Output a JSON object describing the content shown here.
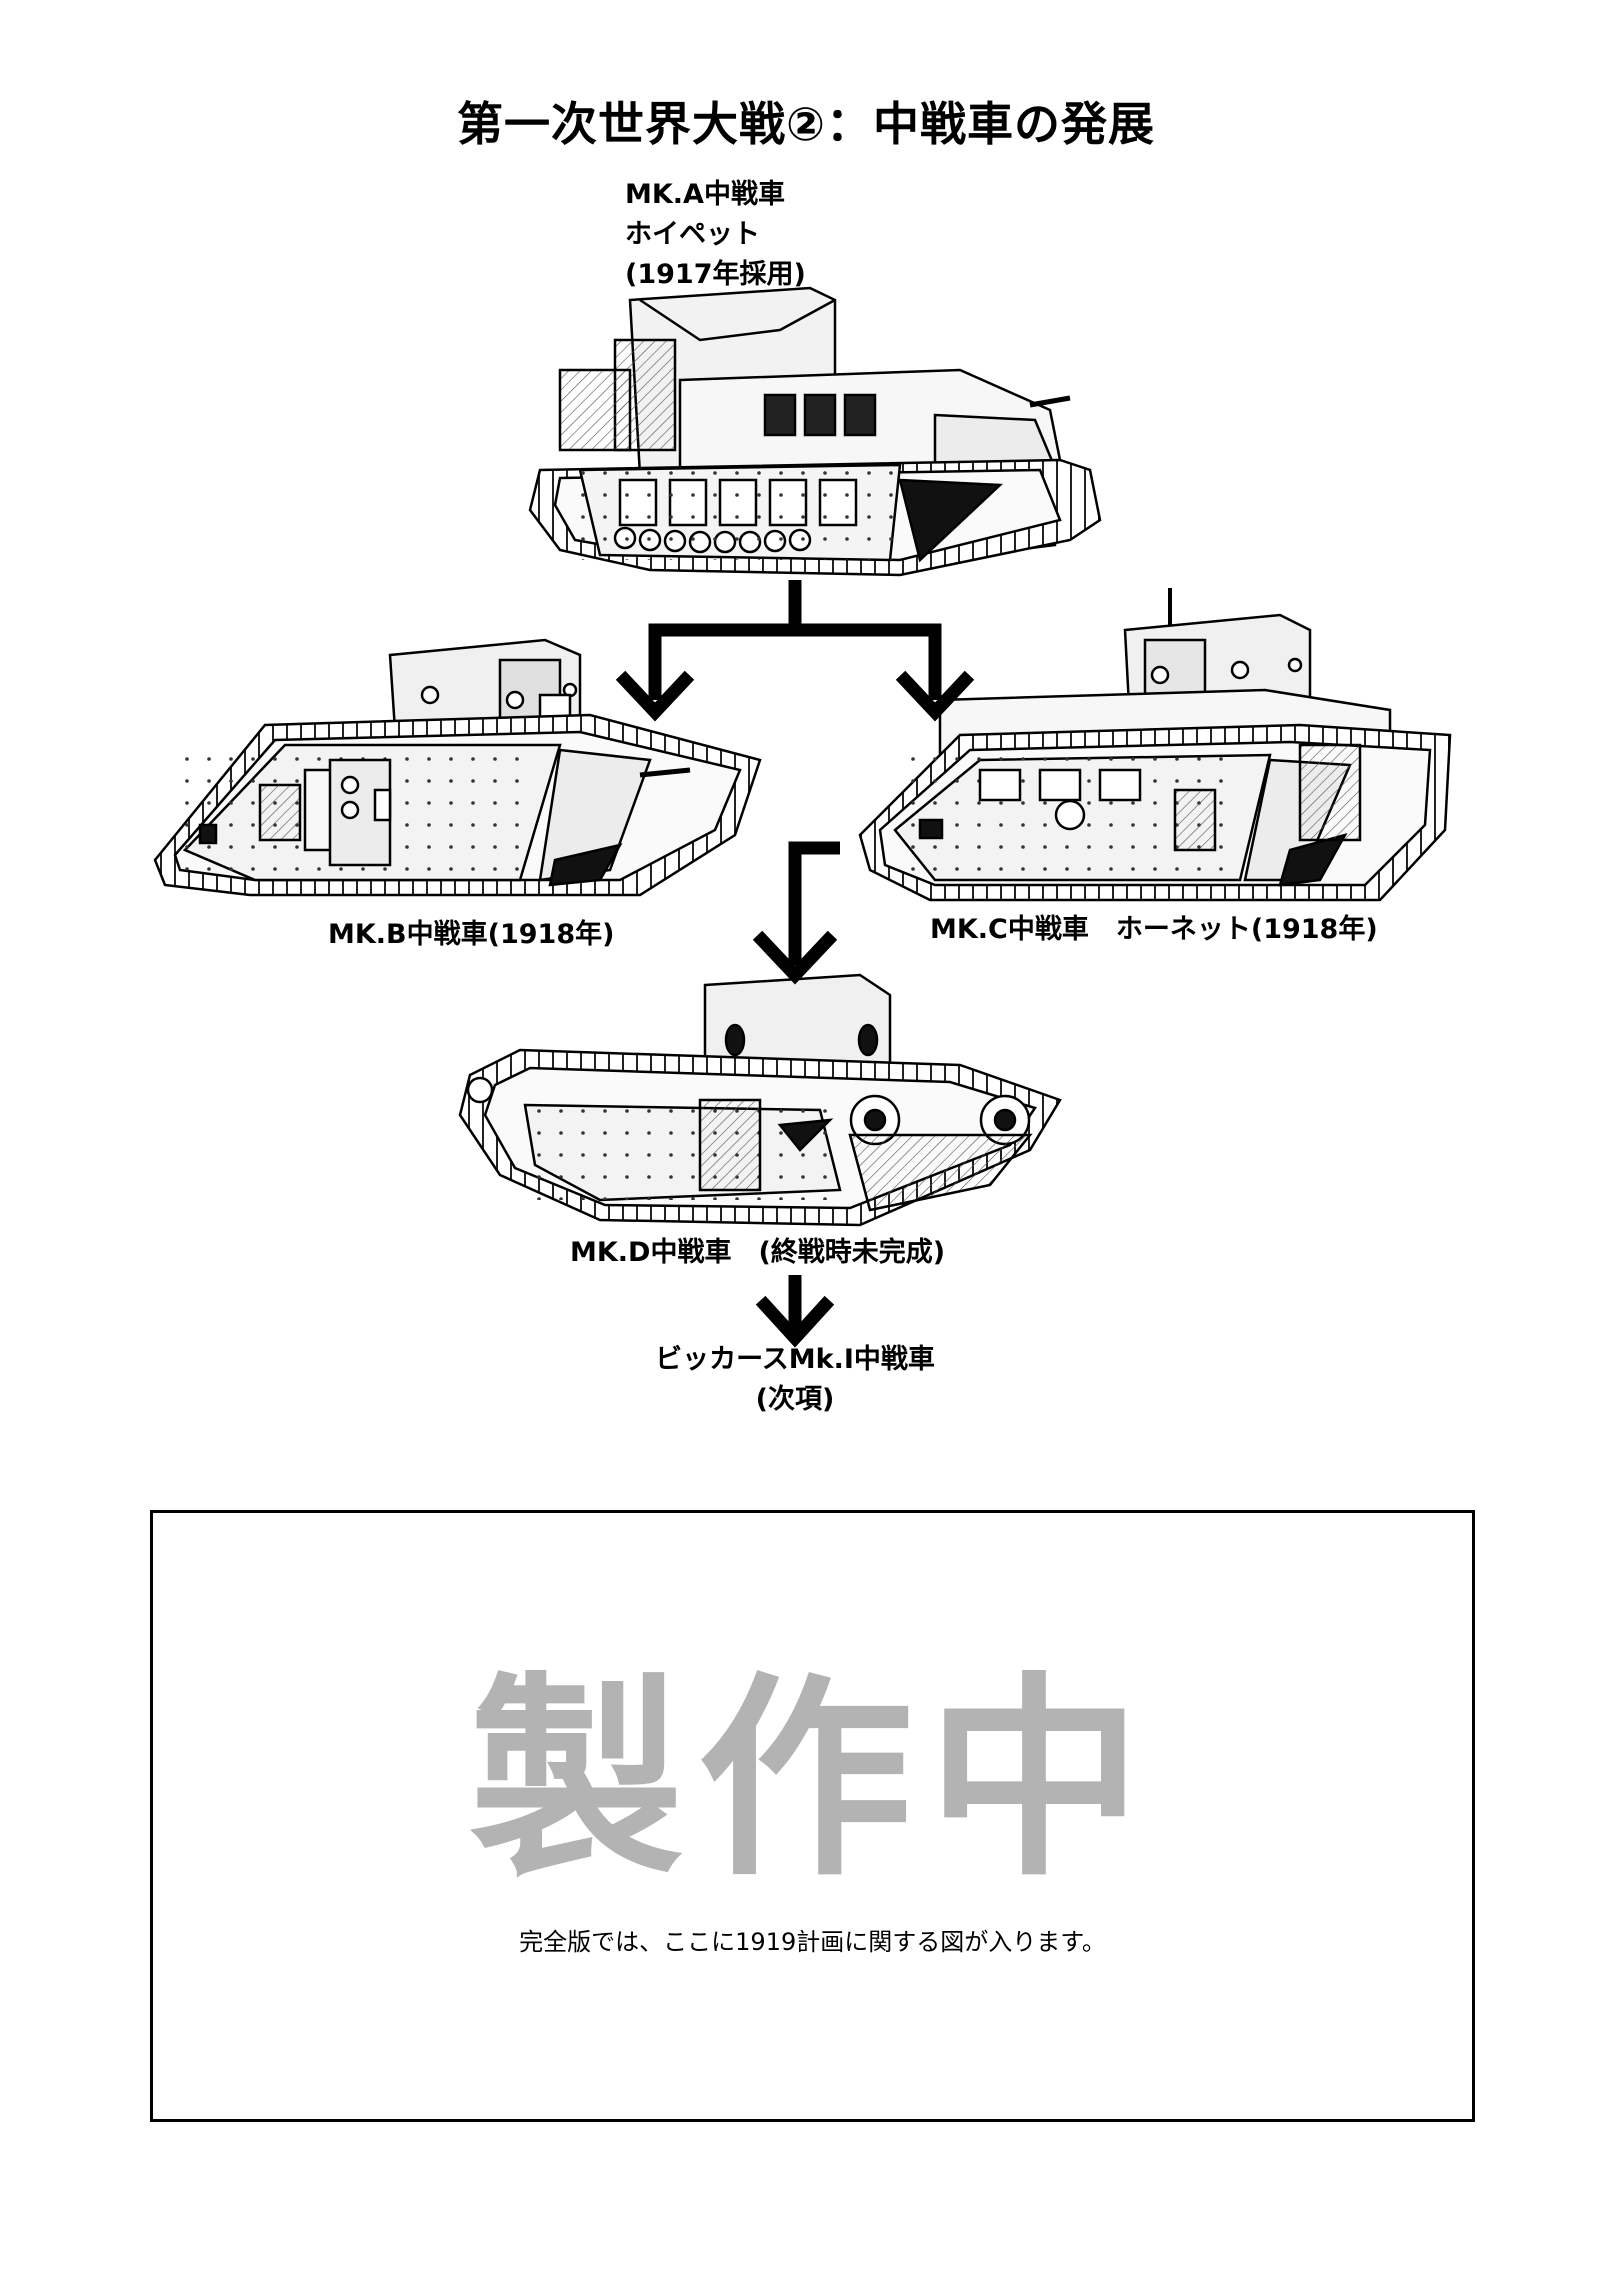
{
  "page": {
    "title": "第一次世界大戦②：中戦車の発展"
  },
  "diagram": {
    "nodes": [
      {
        "id": "mk_a",
        "lines": [
          "MK.A中戦車",
          "ホイペット",
          "(1917年採用)"
        ]
      },
      {
        "id": "mk_b",
        "label": "MK.B中戦車(1918年)"
      },
      {
        "id": "mk_c",
        "label": "MK.C中戦車　ホーネット(1918年)"
      },
      {
        "id": "mk_d",
        "label": "MK.D中戦車　(終戦時未完成)"
      },
      {
        "id": "vickers",
        "lines": [
          "ビッカースMk.Ⅰ中戦車",
          "(次項)"
        ]
      }
    ],
    "edges": [
      {
        "from": "mk_a",
        "to": "mk_b"
      },
      {
        "from": "mk_a",
        "to": "mk_c"
      },
      {
        "from": "mk_c",
        "to": "mk_d"
      },
      {
        "from": "mk_d",
        "to": "vickers"
      }
    ]
  },
  "placeholder": {
    "heading": "製作中",
    "note": "完全版では、ここに1919計画に関する図が入ります。"
  }
}
